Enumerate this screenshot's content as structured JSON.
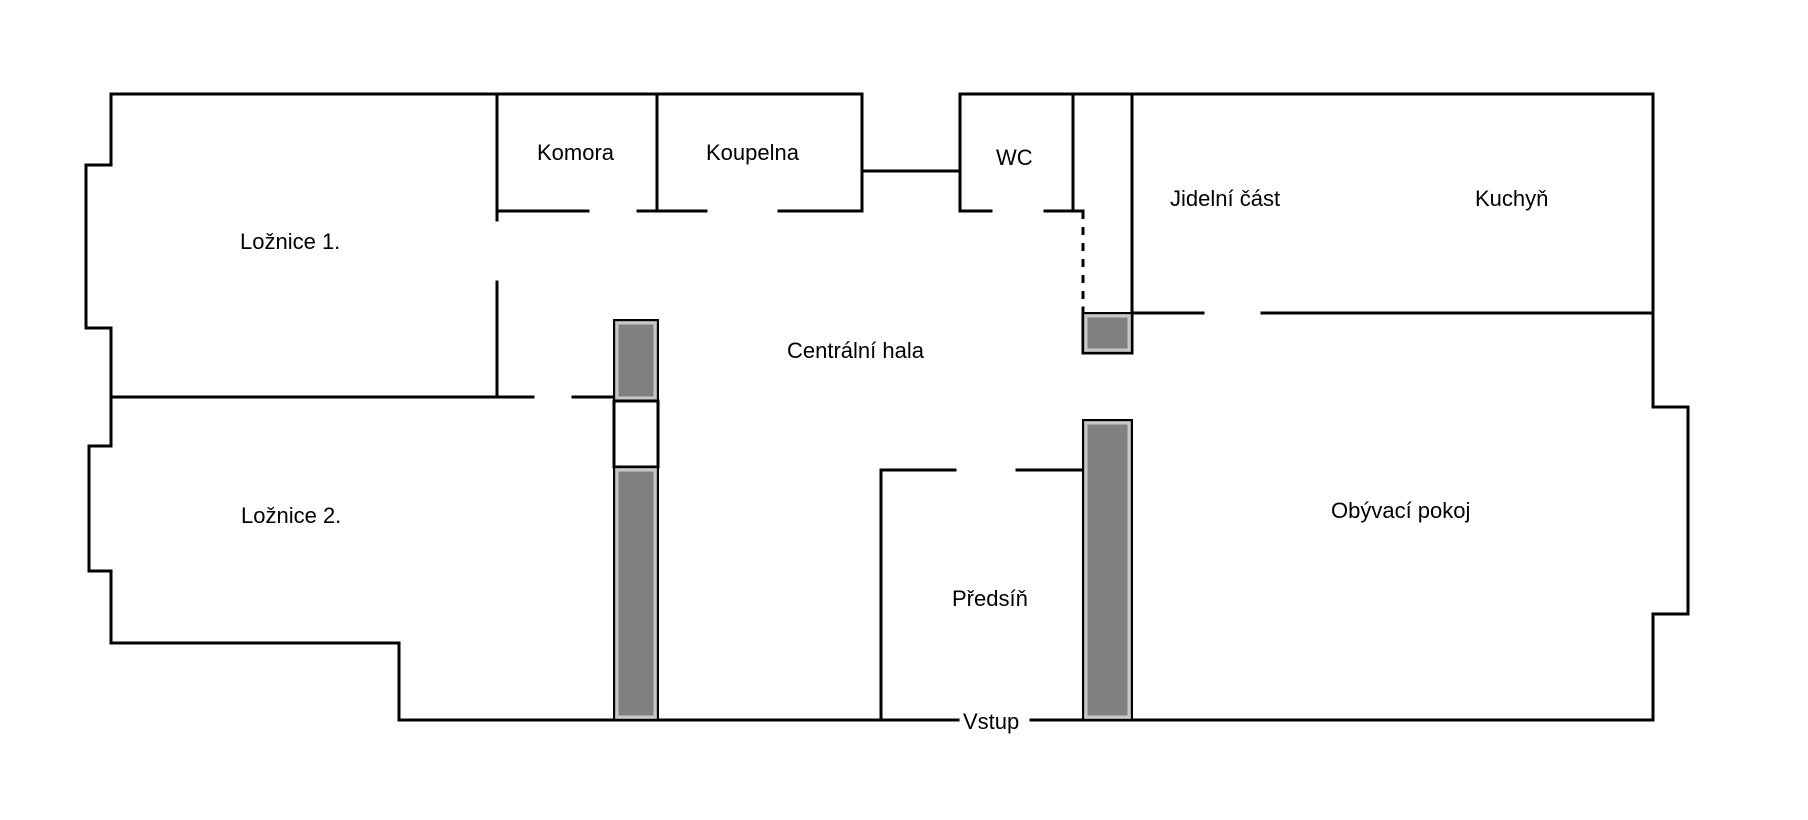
{
  "floorplan": {
    "rooms": {
      "loznice1": "Ložnice 1.",
      "loznice2": "Ložnice 2.",
      "komora": "Komora",
      "koupelna": "Koupelna",
      "wc": "WC",
      "jidelni": "Jidelní část",
      "kuchyn": "Kuchyň",
      "hala": "Centrální hala",
      "obyvaci": "Obývací pokoj",
      "predsin": "Předsíň"
    },
    "entrance": "Vstup"
  },
  "colors": {
    "wall": "#000000",
    "pillar": "#808080"
  }
}
